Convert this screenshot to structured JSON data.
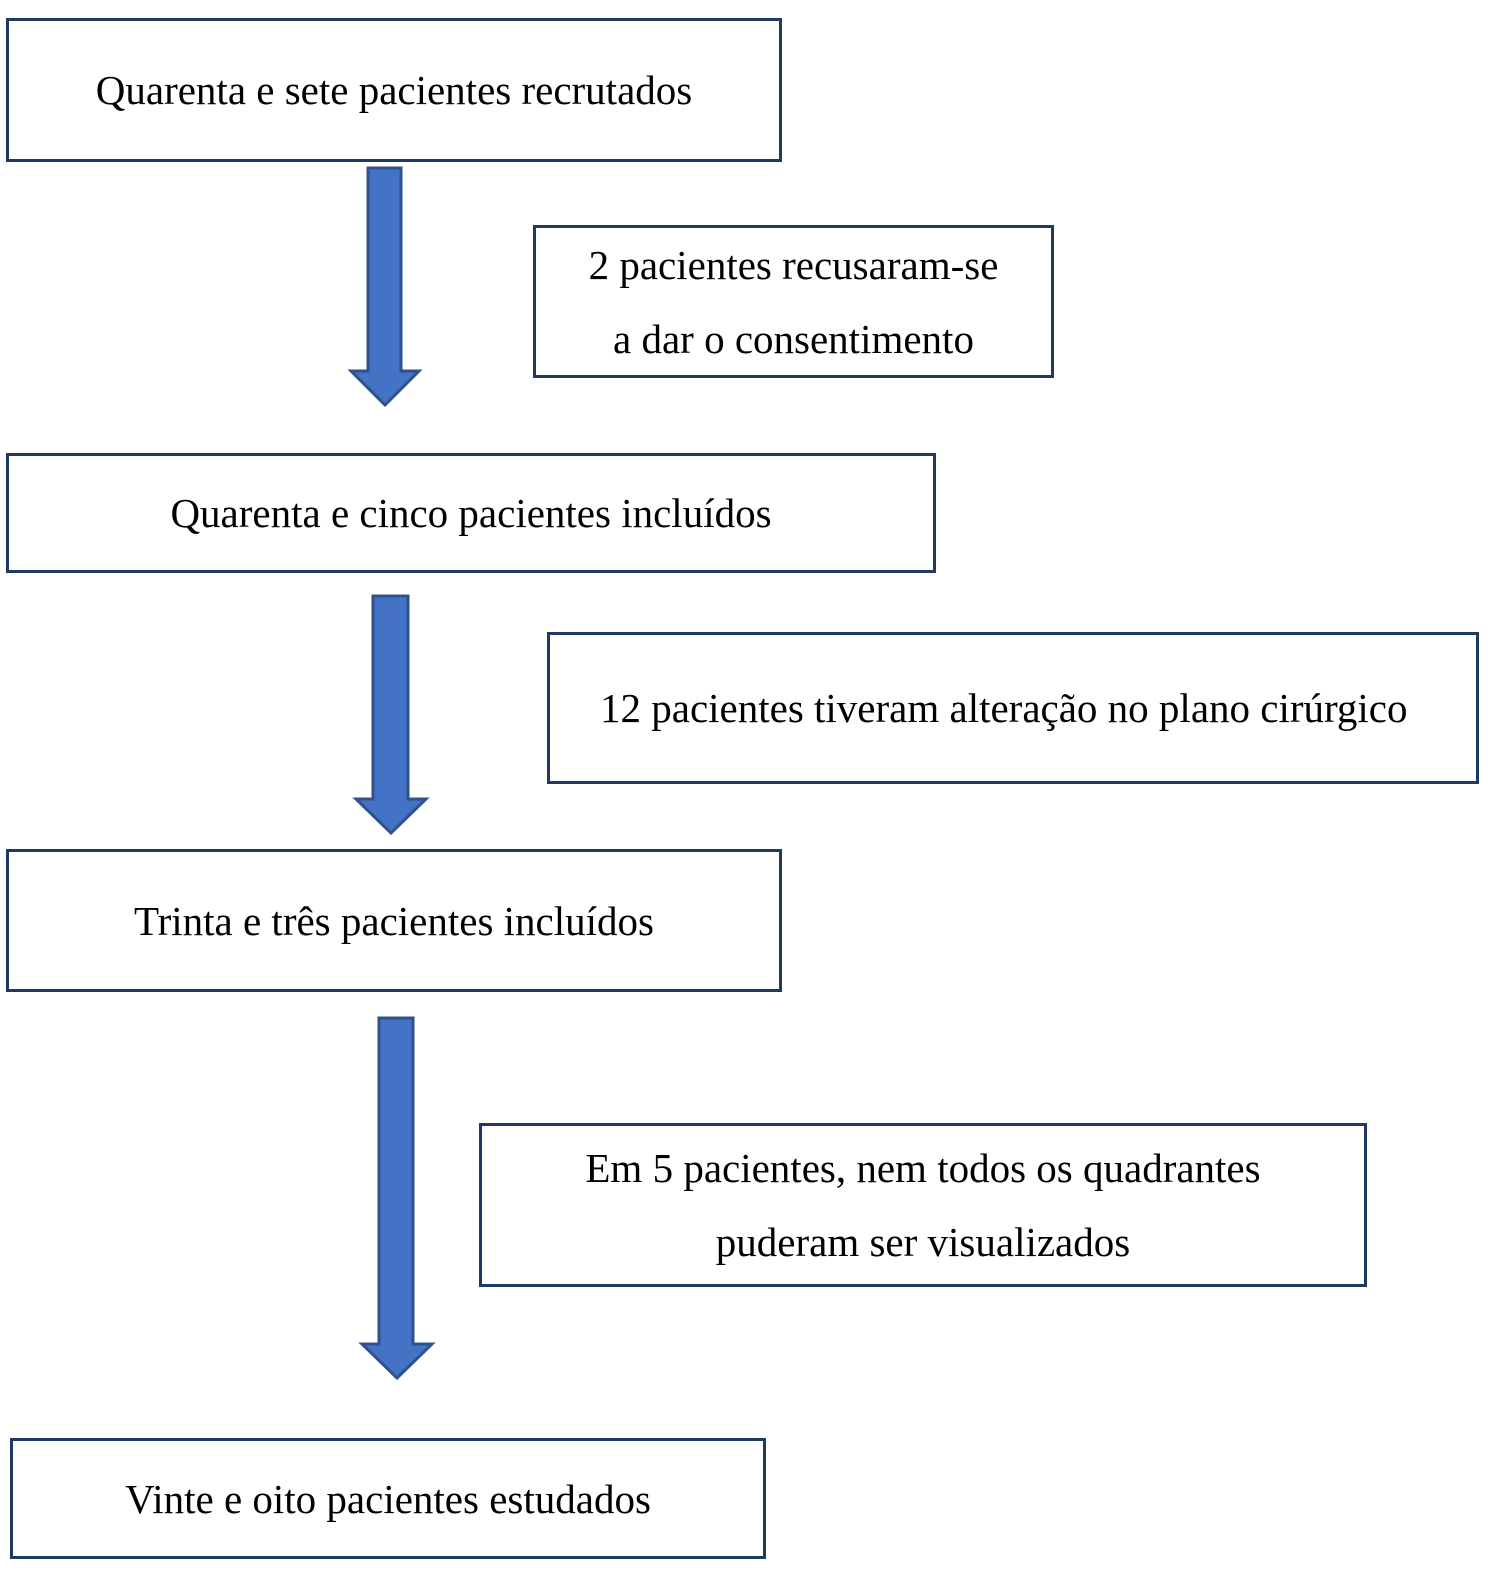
{
  "flow": {
    "steps": [
      {
        "label": "Quarenta e sete pacientes recrutados"
      },
      {
        "label": "Quarenta e cinco pacientes incluídos"
      },
      {
        "label": "Trinta e três pacientes incluídos"
      },
      {
        "label": "Vinte e oito pacientes estudados"
      }
    ],
    "exclusions": [
      {
        "lines": [
          "2 pacientes recusaram-se",
          "a dar o consentimento"
        ]
      },
      {
        "lines": [
          "12 pacientes tiveram alteração no plano cirúrgico"
        ]
      },
      {
        "lines": [
          "Em 5 pacientes, nem todos os quadrantes",
          "puderam ser visualizados"
        ]
      }
    ]
  },
  "colors": {
    "box_border": "#1f3864",
    "arrow_fill": "#4472c4",
    "arrow_stroke": "#2f528f"
  }
}
